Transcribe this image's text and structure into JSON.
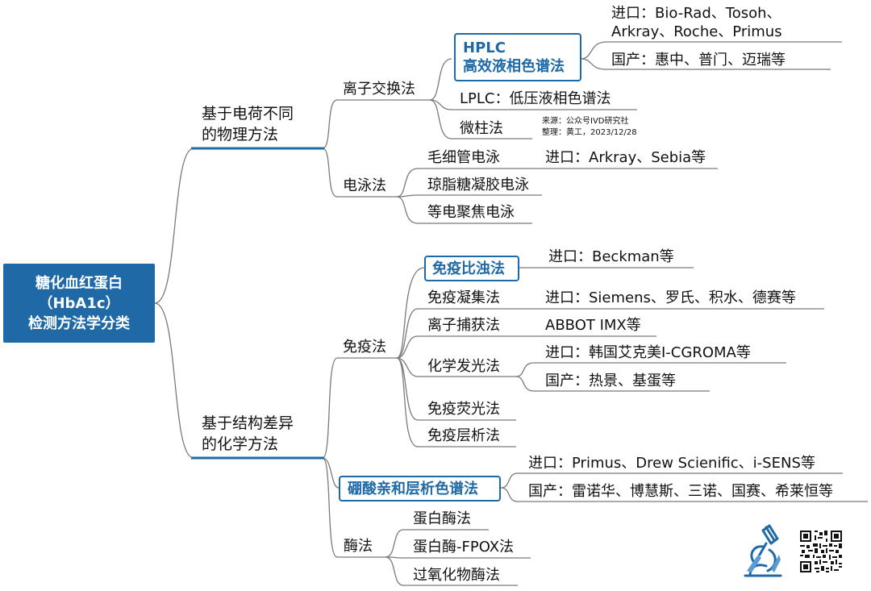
{
  "root": {
    "title": "糖化血红蛋白\n（HbA1c）\n检测方法学分类"
  },
  "branches": {
    "charge": "基于电荷不同\n的物理方法",
    "structure": "基于结构差异\n的化学方法",
    "ion_exchange": "离子交换法",
    "electrophoresis": "电泳法",
    "immuno": "免疫法",
    "boronate": "硼酸亲和层析色谱法",
    "enzyme": "酶法",
    "hplc_title": "HPLC",
    "hplc_sub": "高效液相色谱法",
    "lplc": "LPLC：低压液相色谱法",
    "microcolumn": "微柱法",
    "capillary": "毛细管电泳",
    "agarose": "琼脂糖凝胶电泳",
    "isoelectric": "等电聚焦电泳",
    "turbidimetry": "免疫比浊法",
    "agglutination": "免疫凝集法",
    "ion_capture": "离子捕获法",
    "chemilum": "化学发光法",
    "fluorescence": "免疫荧光法",
    "chromatography": "免疫层析法",
    "protease": "蛋白酶法",
    "protease_fpox": "蛋白酶-FPOX法",
    "peroxidase": "过氧化物酶法"
  },
  "notes": {
    "hplc_import_1": "进口：Bio-Rad、Tosoh、",
    "hplc_import_2": "Arkray、Roche、Primus",
    "hplc_domestic": "国产：惠中、普门、迈瑞等",
    "capillary_import": "进口：Arkray、Sebia等",
    "turbidimetry_import": "进口：Beckman等",
    "agglutination_import": "进口：Siemens、罗氏、积水、德赛等",
    "ion_capture_vendor": "ABBOT IMX等",
    "chemilum_import": "进口：韩国艾克美I-CGROMA等",
    "chemilum_domestic": "国产：热景、基蛋等",
    "boronate_import": "进口：Primus、Drew Scienific、i-SENS等",
    "boronate_domestic": "国产：雷诺华、博慧斯、三诺、国赛、希莱恒等"
  },
  "source": {
    "line1": "来源：公众号IVD研究社",
    "line2": "整理：黄工，2023/12/28"
  },
  "icons": [
    "microscope-icon",
    "qr-code-icon"
  ],
  "colors": {
    "accent": "#1f6aa6",
    "line": "#7a7a7a"
  }
}
